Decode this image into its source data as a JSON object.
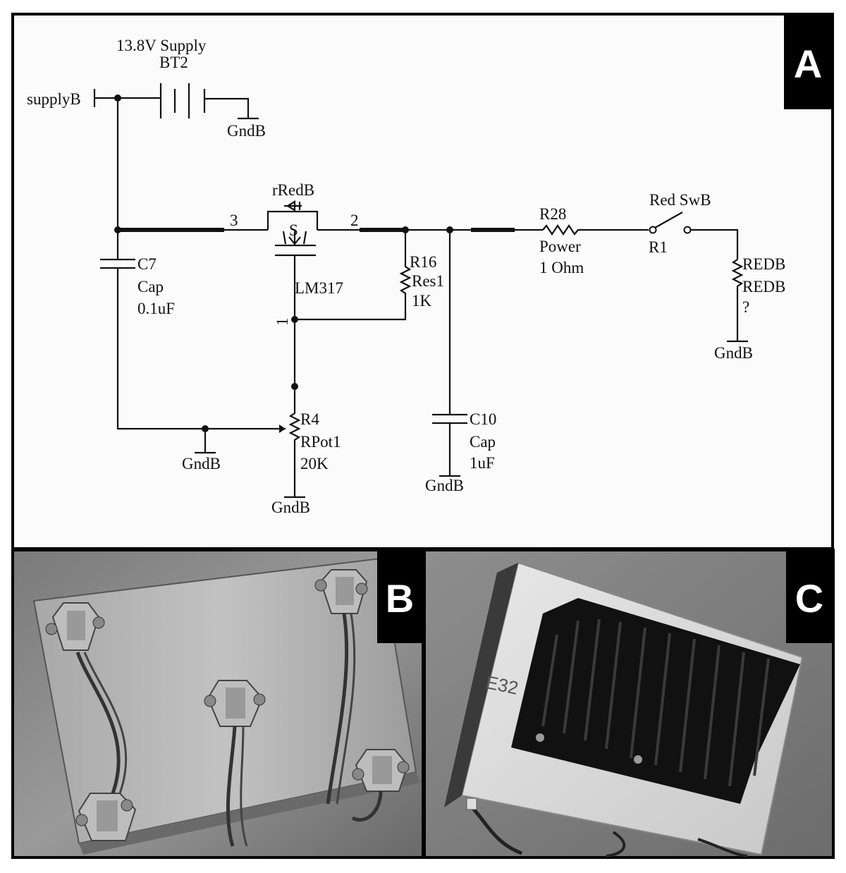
{
  "panels": {
    "a": {
      "letter": "A"
    },
    "b": {
      "letter": "B"
    },
    "c": {
      "letter": "C"
    }
  },
  "schematic": {
    "supply_title": "13.8V Supply",
    "battery_ref": "BT2",
    "supply_net": "supplyB",
    "gnd": "GndB",
    "diode_ref": "rRedB",
    "regulator_s": "S",
    "regulator": "LM317",
    "pin3": "3",
    "pin2": "2",
    "pin1": "1",
    "c7": {
      "ref": "C7",
      "type": "Cap",
      "value": "0.1uF"
    },
    "r16": {
      "ref": "R16",
      "type": "Res1",
      "value": "1K"
    },
    "r4": {
      "ref": "R4",
      "type": "RPot1",
      "value": "20K"
    },
    "c10": {
      "ref": "C10",
      "type": "Cap",
      "value": "1uF"
    },
    "r28": {
      "ref": "R28",
      "type": "Power",
      "value": "1 Ohm"
    },
    "switch": {
      "name": "Red SwB",
      "ref": "R1"
    },
    "load": {
      "ref": "REDB",
      "type": "REDB",
      "value": "?"
    }
  }
}
